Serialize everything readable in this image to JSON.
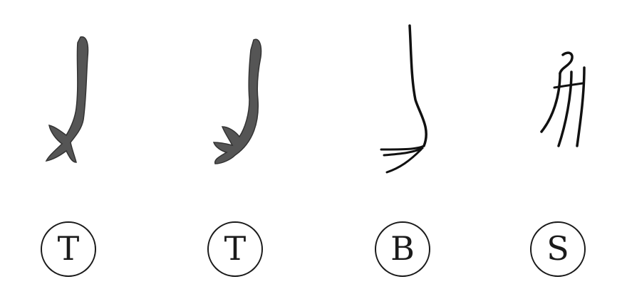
{
  "figure": {
    "glyphs": [
      {
        "label": "T",
        "fill": "#555555"
      },
      {
        "label": "T",
        "fill": "#555555"
      },
      {
        "label": "B",
        "stroke": "#111111"
      },
      {
        "label": "S",
        "stroke": "#111111"
      }
    ]
  }
}
